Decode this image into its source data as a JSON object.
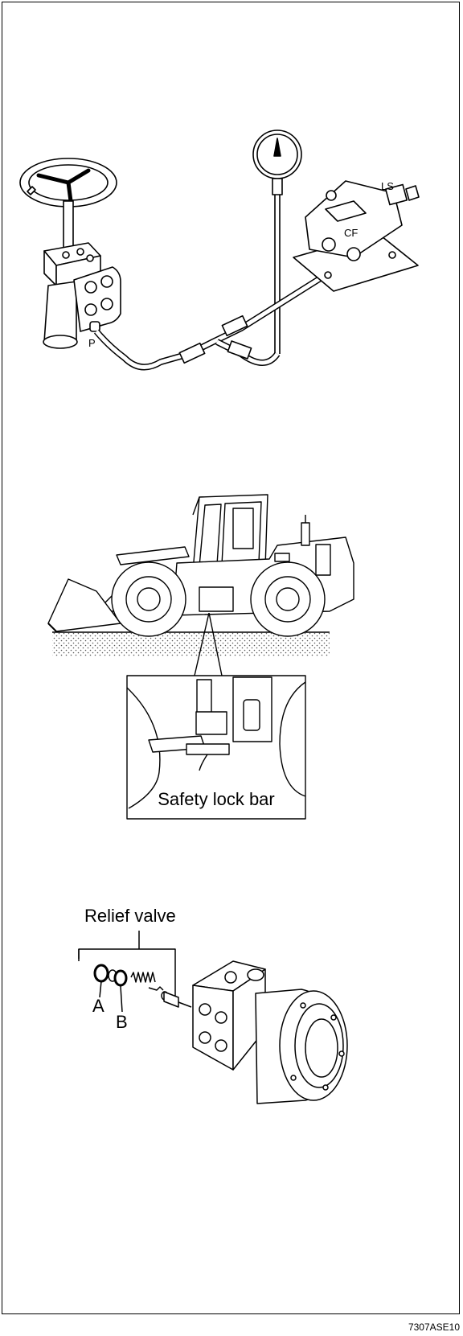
{
  "figure1": {
    "label_ls": "LS",
    "label_cf": "CF",
    "label_p": "P"
  },
  "figure2": {
    "callout": "Safety lock bar"
  },
  "figure3": {
    "title": "Relief valve",
    "label_a": "A",
    "label_b": "B"
  },
  "figure_code": "7307ASE10"
}
